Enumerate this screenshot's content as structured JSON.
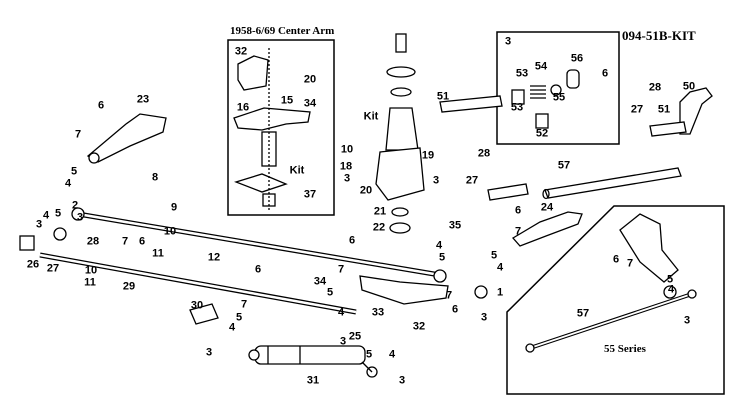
{
  "diagram": {
    "center_arm_title": "1958-6/69 Center Arm",
    "kit_title": "094-51B-KIT",
    "series_label": "55 Series"
  },
  "labels": [
    {
      "text": "32",
      "name": "callout-32"
    },
    {
      "text": "20",
      "name": "callout-20-upper"
    },
    {
      "text": "16",
      "name": "callout-16"
    },
    {
      "text": "15",
      "name": "callout-15"
    },
    {
      "text": "34",
      "name": "callout-34-upper"
    },
    {
      "text": "Kit",
      "name": "callout-kit-center-arm"
    },
    {
      "text": "37",
      "name": "callout-37"
    },
    {
      "text": "6",
      "name": "callout-6-top-left"
    },
    {
      "text": "23",
      "name": "callout-23"
    },
    {
      "text": "7",
      "name": "callout-7-top-left"
    },
    {
      "text": "5",
      "name": "callout-5-left"
    },
    {
      "text": "4",
      "name": "callout-4-left"
    },
    {
      "text": "2",
      "name": "callout-2"
    },
    {
      "text": "3",
      "name": "callout-3-left"
    },
    {
      "text": "8",
      "name": "callout-8"
    },
    {
      "text": "9",
      "name": "callout-9"
    },
    {
      "text": "4",
      "name": "callout-4-far-left"
    },
    {
      "text": "5",
      "name": "callout-5-far-left"
    },
    {
      "text": "3",
      "name": "callout-3-far-left"
    },
    {
      "text": "28",
      "name": "callout-28-left"
    },
    {
      "text": "7",
      "name": "callout-7-left-mid"
    },
    {
      "text": "6",
      "name": "callout-6-left-mid"
    },
    {
      "text": "10",
      "name": "callout-10-left"
    },
    {
      "text": "11",
      "name": "callout-11-left"
    },
    {
      "text": "12",
      "name": "callout-12"
    },
    {
      "text": "26",
      "name": "callout-26"
    },
    {
      "text": "27",
      "name": "callout-27-left"
    },
    {
      "text": "10",
      "name": "callout-10-lower"
    },
    {
      "text": "11",
      "name": "callout-11-lower"
    },
    {
      "text": "29",
      "name": "callout-29"
    },
    {
      "text": "6",
      "name": "callout-6-mid"
    },
    {
      "text": "30",
      "name": "callout-30"
    },
    {
      "text": "7",
      "name": "callout-7-lower"
    },
    {
      "text": "5",
      "name": "callout-5-lower"
    },
    {
      "text": "4",
      "name": "callout-4-lower"
    },
    {
      "text": "3",
      "name": "callout-3-bottom-left"
    },
    {
      "text": "31",
      "name": "callout-31"
    },
    {
      "text": "5",
      "name": "callout-5-bottom"
    },
    {
      "text": "4",
      "name": "callout-4-bottom"
    },
    {
      "text": "3",
      "name": "callout-3-bottom"
    },
    {
      "text": "51",
      "name": "callout-51-center"
    },
    {
      "text": "Kit",
      "name": "callout-kit-idler"
    },
    {
      "text": "10",
      "name": "callout-10-center"
    },
    {
      "text": "19",
      "name": "callout-19"
    },
    {
      "text": "18",
      "name": "callout-18"
    },
    {
      "text": "3",
      "name": "callout-3-center"
    },
    {
      "text": "20",
      "name": "callout-20-center"
    },
    {
      "text": "28",
      "name": "callout-28-center"
    },
    {
      "text": "3",
      "name": "callout-3-center-right"
    },
    {
      "text": "27",
      "name": "callout-27-center"
    },
    {
      "text": "21",
      "name": "callout-21"
    },
    {
      "text": "22",
      "name": "callout-22"
    },
    {
      "text": "35",
      "name": "callout-35"
    },
    {
      "text": "6",
      "name": "callout-6-center"
    },
    {
      "text": "7",
      "name": "callout-7-center"
    },
    {
      "text": "34",
      "name": "callout-34-center"
    },
    {
      "text": "5",
      "name": "callout-5-center"
    },
    {
      "text": "4",
      "name": "callout-4-center"
    },
    {
      "text": "33",
      "name": "callout-33"
    },
    {
      "text": "32",
      "name": "callout-32-lower"
    },
    {
      "text": "25",
      "name": "callout-25"
    },
    {
      "text": "3",
      "name": "callout-3-center-lower"
    },
    {
      "text": "4",
      "name": "callout-4-right-mid"
    },
    {
      "text": "5",
      "name": "callout-5-right-mid"
    },
    {
      "text": "5",
      "name": "callout-5-right"
    },
    {
      "text": "4",
      "name": "callout-4-right"
    },
    {
      "text": "7",
      "name": "callout-7-right-lower"
    },
    {
      "text": "6",
      "name": "callout-6-right-lower"
    },
    {
      "text": "1",
      "name": "callout-1"
    },
    {
      "text": "3",
      "name": "callout-3-right-lower"
    },
    {
      "text": "57",
      "name": "callout-57-top"
    },
    {
      "text": "6",
      "name": "callout-6-right"
    },
    {
      "text": "24",
      "name": "callout-24"
    },
    {
      "text": "7",
      "name": "callout-7-right"
    },
    {
      "text": "3",
      "name": "callout-3-kit"
    },
    {
      "text": "53",
      "name": "callout-53-upper"
    },
    {
      "text": "54",
      "name": "callout-54-kit"
    },
    {
      "text": "56",
      "name": "callout-56"
    },
    {
      "text": "6",
      "name": "callout-6-kit"
    },
    {
      "text": "55",
      "name": "callout-55"
    },
    {
      "text": "53",
      "name": "callout-53-lower"
    },
    {
      "text": "52",
      "name": "callout-52"
    },
    {
      "text": "28",
      "name": "callout-28-right"
    },
    {
      "text": "50",
      "name": "callout-50"
    },
    {
      "text": "27",
      "name": "callout-27-right"
    },
    {
      "text": "51",
      "name": "callout-51-right"
    },
    {
      "text": "6",
      "name": "callout-6-series"
    },
    {
      "text": "7",
      "name": "callout-7-series"
    },
    {
      "text": "5",
      "name": "callout-5-series"
    },
    {
      "text": "4",
      "name": "callout-4-series"
    },
    {
      "text": "57",
      "name": "callout-57-series"
    },
    {
      "text": "3",
      "name": "callout-3-series"
    }
  ]
}
